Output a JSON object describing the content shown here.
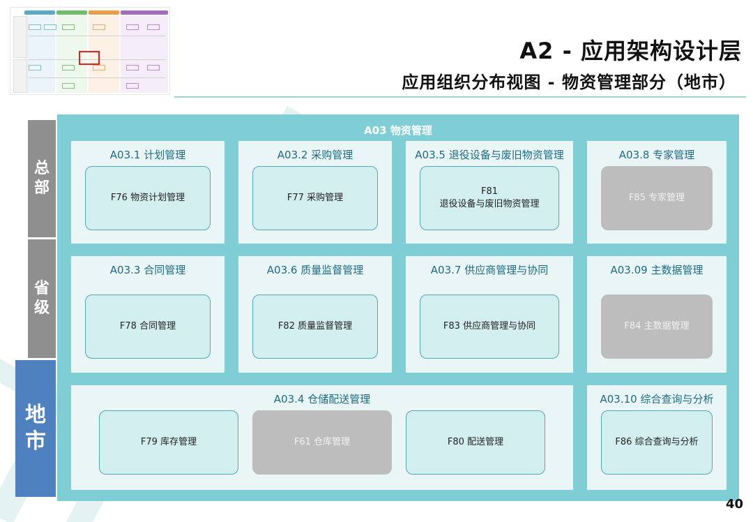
{
  "header": {
    "title": "A2 - 应用架构设计层",
    "subtitle": "应用组织分布视图 - 物资管理部分（地市）"
  },
  "levels": [
    {
      "label": "总部"
    },
    {
      "label": "省级"
    },
    {
      "label": "地市"
    }
  ],
  "panel": {
    "title": "A03 物资管理"
  },
  "groups": [
    {
      "title": "A03.1 计划管理",
      "functions": [
        {
          "label": "F76 物资计划管理",
          "status": "active"
        }
      ]
    },
    {
      "title": "A03.2 采购管理",
      "functions": [
        {
          "label": "F77 采购管理",
          "status": "active"
        }
      ]
    },
    {
      "title": "A03.5 退役设备与废旧物资管理",
      "functions": [
        {
          "label": "F81\n退役设备与废旧物资管理",
          "status": "active"
        }
      ]
    },
    {
      "title": "A03.8 专家管理",
      "functions": [
        {
          "label": "F85 专家管理",
          "status": "inactive"
        }
      ]
    },
    {
      "title": "A03.3 合同管理",
      "functions": [
        {
          "label": "F78 合同管理",
          "status": "active"
        }
      ]
    },
    {
      "title": "A03.6 质量监督管理",
      "functions": [
        {
          "label": "F82 质量监督管理",
          "status": "active"
        }
      ]
    },
    {
      "title": "A03.7 供应商管理与协同",
      "functions": [
        {
          "label": "F83 供应商管理与协同",
          "status": "active"
        }
      ]
    },
    {
      "title": "A03.09 主数据管理",
      "functions": [
        {
          "label": "F84 主数据管理",
          "status": "inactive"
        }
      ]
    },
    {
      "title": "A03.4 仓储配送管理",
      "functions": [
        {
          "label": "F79 库存管理",
          "status": "active"
        },
        {
          "label": "F61 仓库管理",
          "status": "inactive"
        },
        {
          "label": "F80 配送管理",
          "status": "active"
        }
      ]
    },
    {
      "title": "A03.10 综合查询与分析",
      "functions": [
        {
          "label": "F86 综合查询与分析",
          "status": "active"
        }
      ]
    }
  ],
  "page_number": "40",
  "colors": {
    "panel": "#7fcdd5",
    "group_bg": "#eaf6f6",
    "active_box": "#d2eeee",
    "inactive_box": "#bdbdbd",
    "level_gray": "#8f8f8f",
    "level_current": "#4f80bf",
    "highlight": "#e02020"
  }
}
